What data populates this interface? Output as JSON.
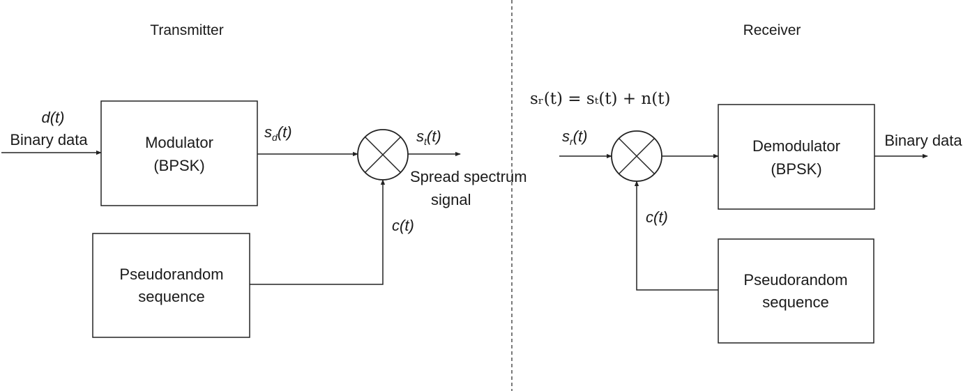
{
  "transmitter": {
    "heading": "Transmitter",
    "input_symbol": "d(t)",
    "input_label": "Binary data",
    "modulator": {
      "line1": "Modulator",
      "line2": "(BPSK)"
    },
    "modulated_signal": {
      "base": "s",
      "sub": "d",
      "arg": "(t)"
    },
    "output_signal": {
      "base": "s",
      "sub": "t",
      "arg": "(t)"
    },
    "output_caption": {
      "line1": "Spread spectrum",
      "line2": "signal"
    },
    "code_signal": "c(t)",
    "pn_generator": {
      "line1": "Pseudorandom",
      "line2": "sequence"
    }
  },
  "receiver": {
    "heading": "Receiver",
    "equation": "sᵣ(t) = sₜ(t) + n(t)",
    "input_signal": {
      "base": "s",
      "sub": "r",
      "arg": "(t)"
    },
    "code_signal": "c(t)",
    "demodulator": {
      "line1": "Demodulator",
      "line2": "(BPSK)"
    },
    "output_label": "Binary data",
    "pn_generator": {
      "line1": "Pseudorandom",
      "line2": "sequence"
    }
  }
}
